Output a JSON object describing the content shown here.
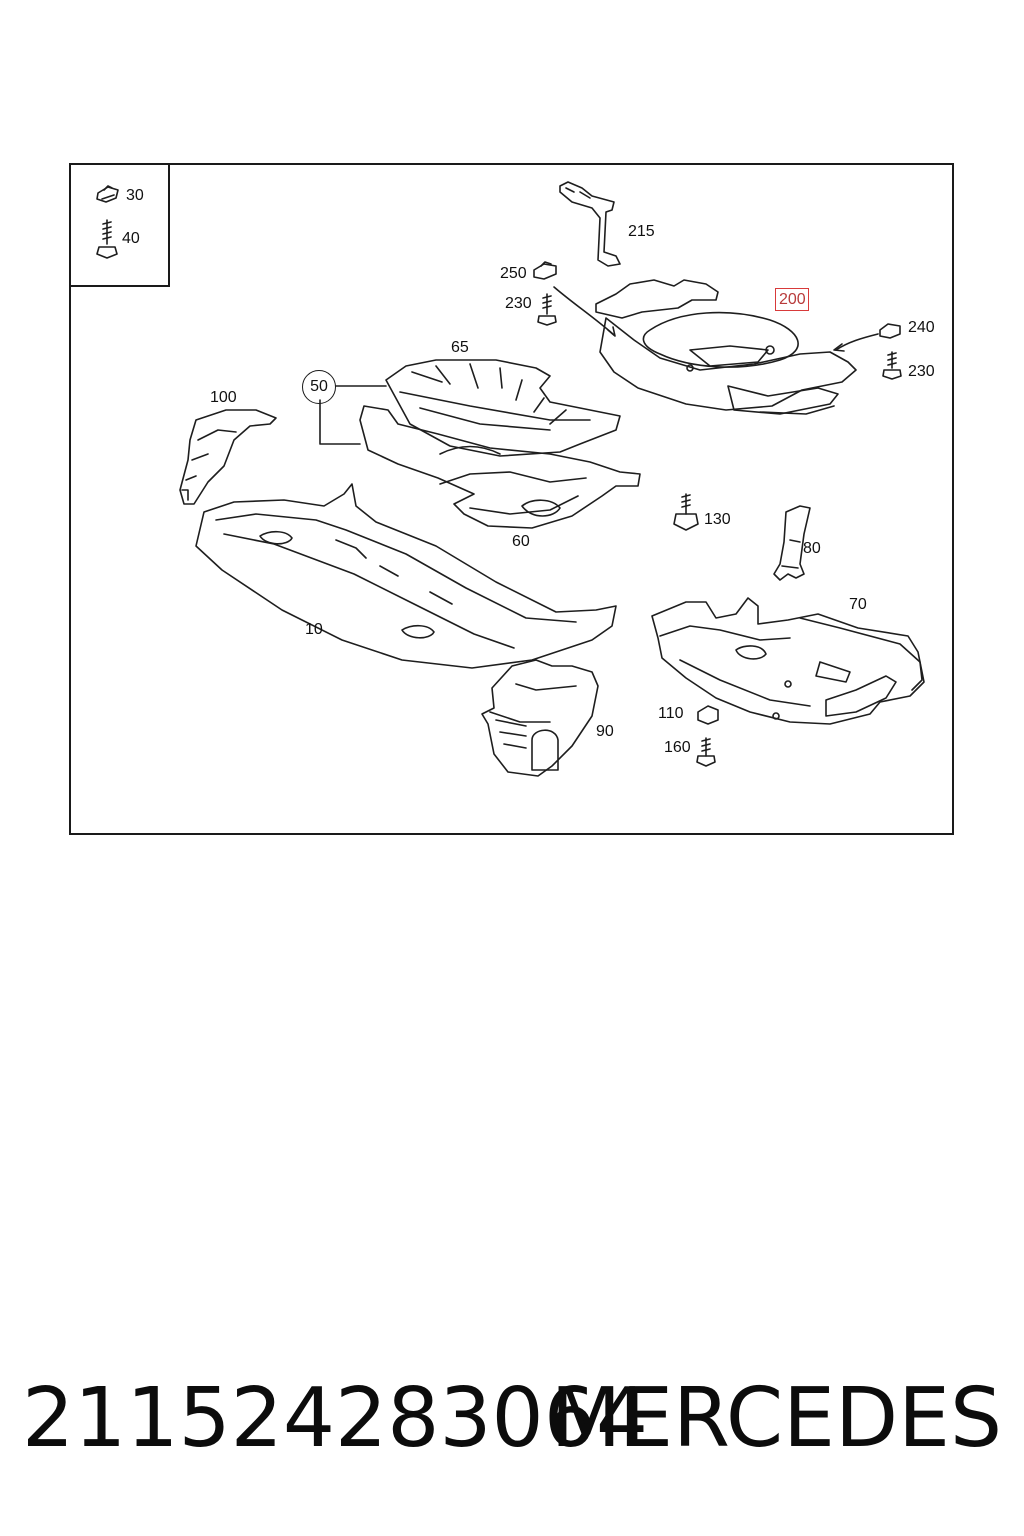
{
  "diagram": {
    "inset": {
      "labels": [
        "30",
        "40"
      ]
    },
    "callouts": {
      "c215": "215",
      "c250": "250",
      "c230a": "230",
      "c200": "200",
      "c240": "240",
      "c230b": "230",
      "c65": "65",
      "c50": "50",
      "c100": "100",
      "c60": "60",
      "c130": "130",
      "c80": "80",
      "c10": "10",
      "c70": "70",
      "c110": "110",
      "c160": "160",
      "c90": "90"
    },
    "highlighted_callout": "200"
  },
  "footer": {
    "part_number": "211524283064",
    "brand": "MERCEDES"
  },
  "colors": {
    "highlight": "#d83a3a",
    "outline": "#1a1a1a"
  }
}
